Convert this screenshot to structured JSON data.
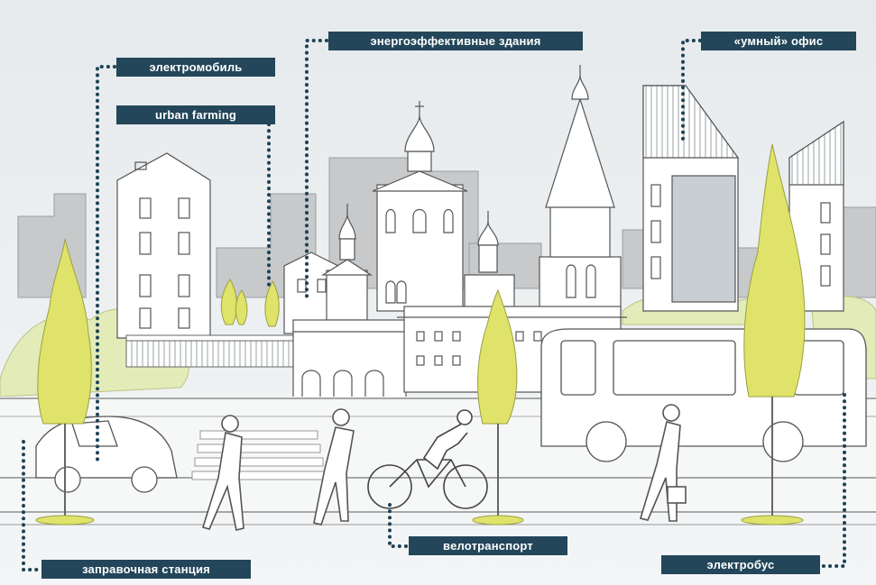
{
  "labels": {
    "electric_car": "электромобиль",
    "urban_farming": "urban farming",
    "energy_efficient_buildings": "энергоэффективные здания",
    "smart_office": "«умный» офис",
    "bike_transport": "велотранспорт",
    "electric_bus": "электробус",
    "charging_station": "заправочная станция"
  },
  "colors": {
    "label_bg": "#23465a",
    "label_text": "#ffffff",
    "tree_yellow": "#dfe36a",
    "bush_green": "#e3ecb8",
    "bg_building_gray": "#c7c9cb",
    "sky": "#e4e8ea",
    "dots": "#1f4256"
  }
}
